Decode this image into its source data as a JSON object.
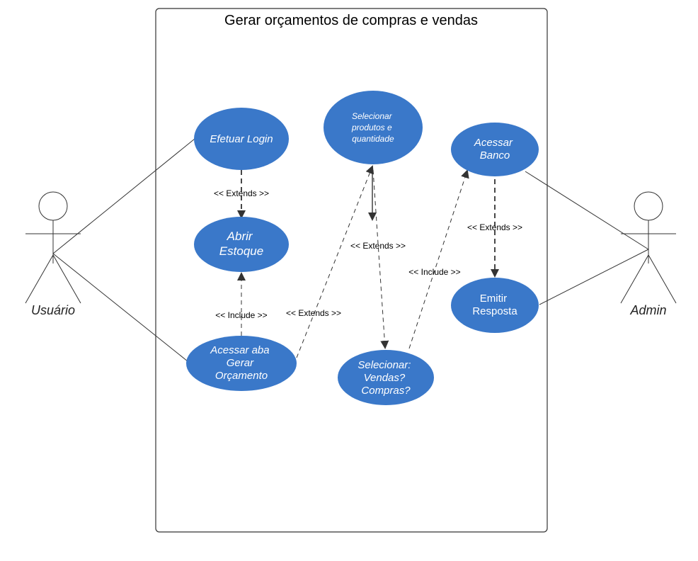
{
  "system": {
    "title": "Gerar orçamentos de compras e vendas"
  },
  "actors": {
    "usuario": "Usuário",
    "admin": "Admin"
  },
  "use_cases": {
    "efetuar_login": [
      "Efetuar Login"
    ],
    "abrir_estoque": [
      "Abrir",
      "Estoque"
    ],
    "acessar_aba": [
      "Acessar aba",
      "Gerar",
      "Orçamento"
    ],
    "selecionar_produtos": [
      "Selecionar",
      "produtos e",
      "quantidade"
    ],
    "selecionar_vendas": [
      "Selecionar:",
      "Vendas?",
      "Compras?"
    ],
    "acessar_banco": [
      "Acessar",
      "Banco"
    ],
    "emitir_resposta": [
      "Emitir",
      "Resposta"
    ]
  },
  "relations": {
    "login_extends_estoque": "<< Extends >>",
    "aba_include_estoque": "<< Include >>",
    "aba_extends_produtos": "<< Extends >>",
    "produtos_extends_vendas": "<< Extends >>",
    "vendas_include_banco": "<< Include >>",
    "banco_extends_resposta": "<< Extends >>"
  },
  "colors": {
    "use_case_fill": "#3a78c9",
    "line": "#333333",
    "boundary": "#333333"
  }
}
